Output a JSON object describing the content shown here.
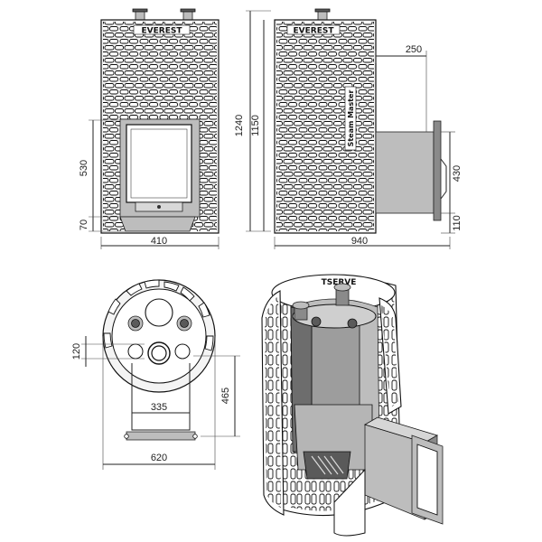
{
  "brand": {
    "name": "EVEREST",
    "model": "Steam Master",
    "top_fragment": "TSERVE"
  },
  "dimensions": {
    "front_height_total": "1240",
    "front_height_body": "1150",
    "front_door_height": "530",
    "front_door_bottom": "70",
    "front_width": "410",
    "side_width_total": "940",
    "side_tunnel_top": "250",
    "side_tunnel_height": "430",
    "side_tunnel_bottom": "110",
    "top_offset": "120",
    "top_tunnel_width": "335",
    "top_tunnel_length": "465",
    "top_diameter": "620"
  }
}
